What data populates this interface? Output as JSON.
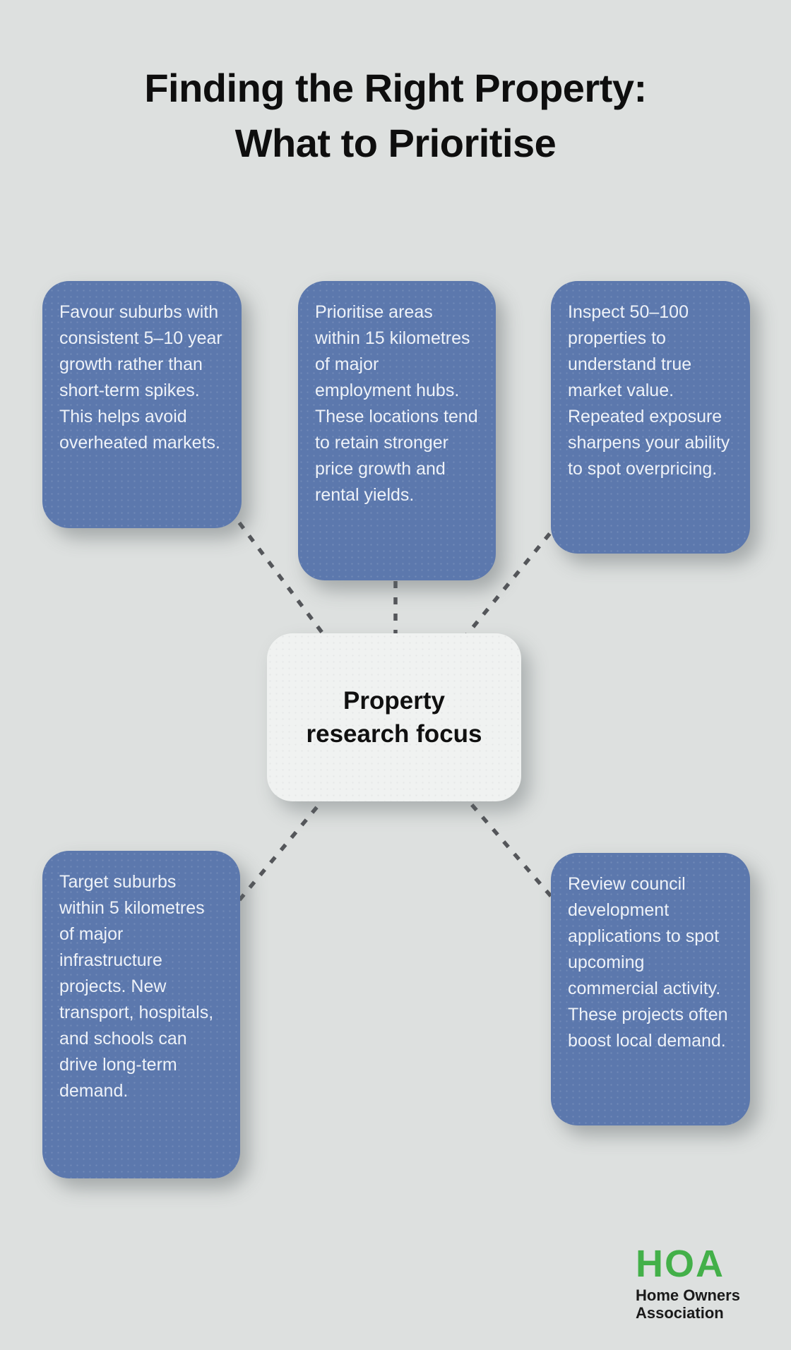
{
  "title": {
    "line1": "Finding the Right Property:",
    "line2": "What to Prioritise"
  },
  "center_node": {
    "line1": "Property",
    "line2": "research focus"
  },
  "nodes": [
    {
      "id": "growth-consistency",
      "text": "Favour suburbs with consistent 5–10 year growth rather than short-term spikes. This helps avoid overheated markets."
    },
    {
      "id": "employment-hubs",
      "text": "Prioritise areas within 15 kilometres of major employment hubs. These locations tend to retain stronger price growth and rental yields."
    },
    {
      "id": "inspection-volume",
      "text": "Inspect 50–100 properties to understand true market value. Repeated exposure sharpens your ability to spot overpricing."
    },
    {
      "id": "infrastructure-projects",
      "text": "Target suburbs within 5 kilometres of major infrastructure projects. New transport, hospitals, and schools can drive long-term demand."
    },
    {
      "id": "council-applications",
      "text": "Review council development applications to spot upcoming commercial activity. These projects often boost local demand."
    }
  ],
  "logo": {
    "acronym": "HOA",
    "line1": "Home Owners",
    "line2": "Association"
  },
  "colors": {
    "background": "#dde0df",
    "node_fill": "#5c78ad",
    "node_text": "#eef2f8",
    "center_fill": "#f0f2f1",
    "connector": "#54565a",
    "title_text": "#0e0e0e",
    "logo_green": "#43b049",
    "logo_text": "#1a1a1a"
  }
}
